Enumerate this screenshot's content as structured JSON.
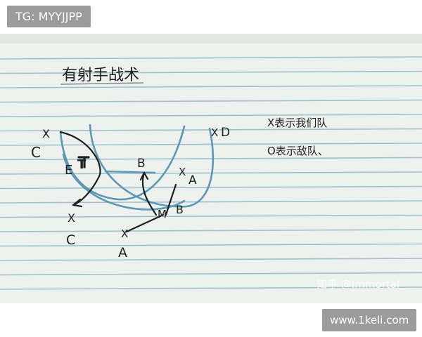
{
  "top_tag": "TG: MYYJJPP",
  "note": {
    "title": "有射手战术",
    "legend_x": "X表示我们队",
    "legend_o": "O表示敌队、",
    "diagram_labels": {
      "c_top": "C",
      "x_top": "X",
      "e": "E",
      "t_marker": "T",
      "b_top": "B",
      "x_a_top": "X",
      "a_right": "A",
      "x_d": "X",
      "d": "D",
      "x_left": "X",
      "c_bottom": "C",
      "b_bottom": "B",
      "m": "M",
      "x_a_bottom": "X",
      "a_bottom": "A"
    }
  },
  "watermark": "知乎 @Immortal",
  "site_label": "www.1keli.com",
  "colors": {
    "paper": "#eef1ee",
    "rule_line": "#9fc2cf",
    "ink": "#1e1e1e",
    "blue_ink": "#5c97b6"
  }
}
